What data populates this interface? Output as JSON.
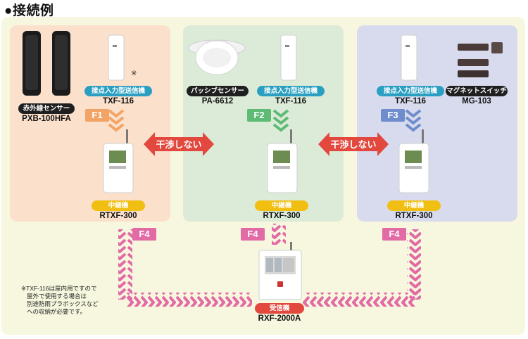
{
  "title": "●接続例",
  "devices": {
    "ir_sensor": {
      "tag": "赤外線センサー",
      "model": "PXB-100HFA"
    },
    "tx1": {
      "tag": "接点入力型送信機",
      "model": "TXF-116",
      "mark": "※"
    },
    "passive": {
      "tag": "パッシブセンサー",
      "model": "PA-6612"
    },
    "tx2": {
      "tag": "接点入力型送信機",
      "model": "TXF-116"
    },
    "tx3": {
      "tag": "接点入力型送信機",
      "model": "TXF-116"
    },
    "magnet": {
      "tag": "マグネットスイッチ",
      "model": "MG-103"
    },
    "rep1": {
      "tag": "中継機",
      "model": "RTXF-300"
    },
    "rep2": {
      "tag": "中継機",
      "model": "RTXF-300"
    },
    "rep3": {
      "tag": "中継機",
      "model": "RTXF-300"
    },
    "receiver": {
      "tag": "受信機",
      "model": "RXF-2000A"
    }
  },
  "frequencies": {
    "f1": "F1",
    "f2": "F2",
    "f3": "F3",
    "f4a": "F4",
    "f4b": "F4",
    "f4c": "F4"
  },
  "interference": {
    "left": "干渉しない",
    "right": "干渉しない"
  },
  "note": {
    "line1": "※TXF-116は屋内用ですので",
    "line2": "屋外で使用する場合は",
    "line3": "別途防雨プラボックスなど",
    "line4": "への収納が必要です。"
  },
  "colors": {
    "panel1": "#fbe0cc",
    "panel2": "#dcebd8",
    "panel3": "#d7dbed",
    "f1": "#f2a466",
    "f2": "#5dbb74",
    "f3": "#6f8dcc",
    "f4": "#e26aa5",
    "interference_arrow": "#e2483d"
  }
}
